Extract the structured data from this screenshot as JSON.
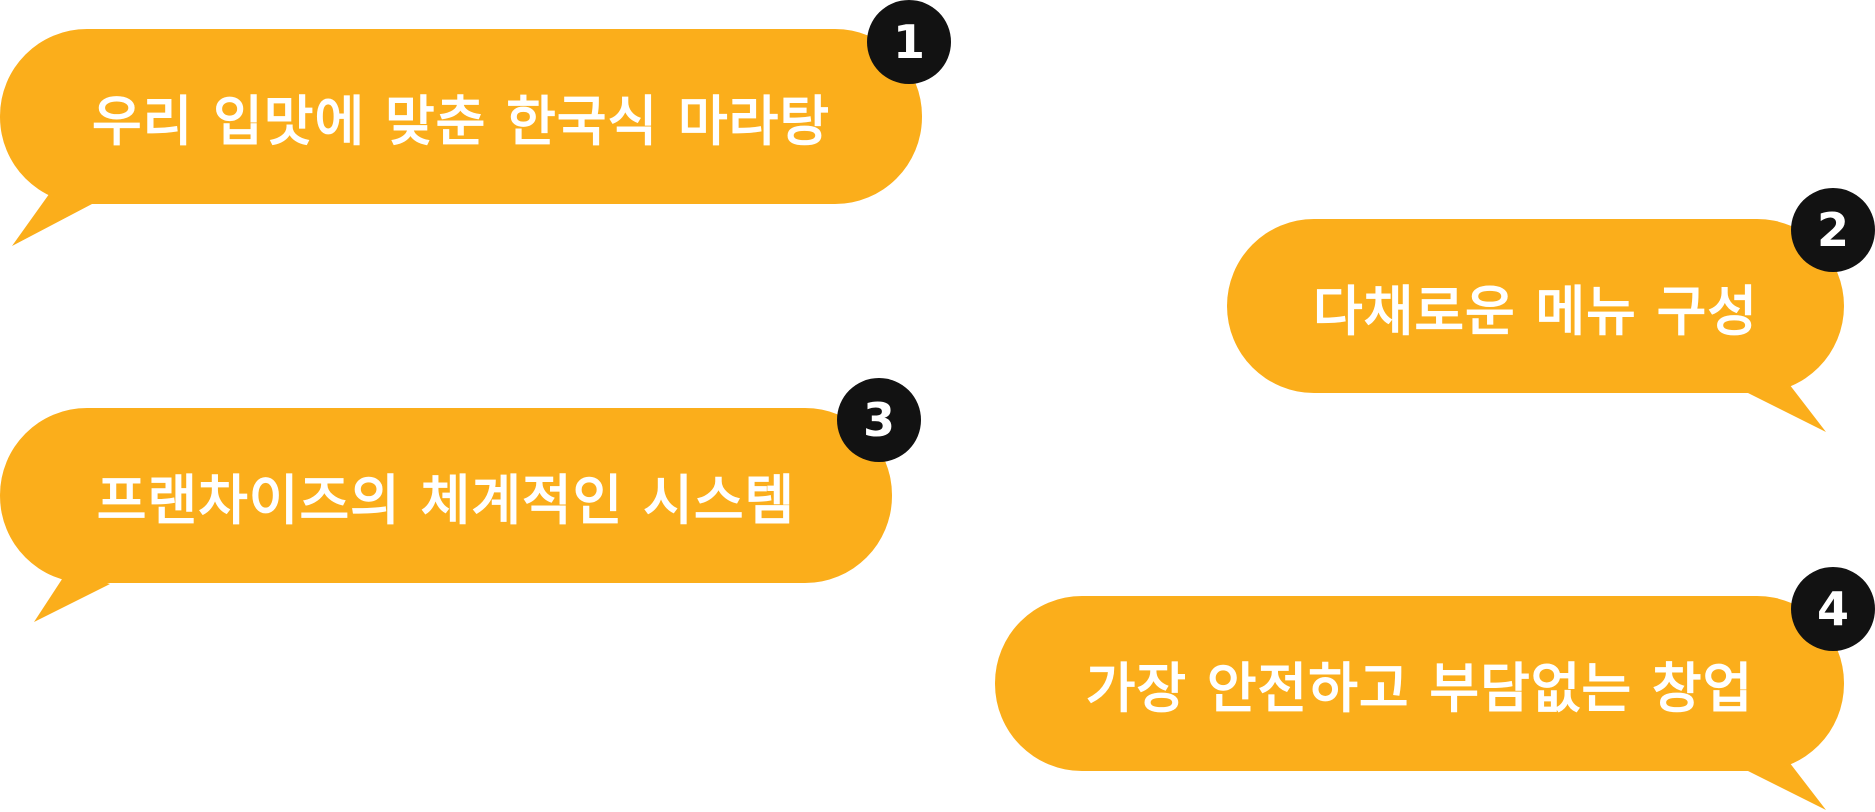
{
  "items": [
    {
      "number": "1",
      "text": "우리 입맛에 맞춘 한국식 마라탕"
    },
    {
      "number": "2",
      "text": "다채로운 메뉴 구성"
    },
    {
      "number": "3",
      "text": "프랜차이즈의 체계적인 시스템"
    },
    {
      "number": "4",
      "text": "가장 안전하고 부담없는 창업"
    }
  ],
  "colors": {
    "bubble": "#FBAE1B",
    "badge": "#121212",
    "text": "#FFFFFF"
  }
}
